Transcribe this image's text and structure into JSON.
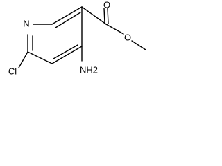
{
  "molecule": {
    "atoms": {
      "ring_nitrogen": "N",
      "chloro": "Cl",
      "amino": "NH2",
      "carbonyl_oxygen": "O",
      "ester_oxygen": "O"
    }
  }
}
